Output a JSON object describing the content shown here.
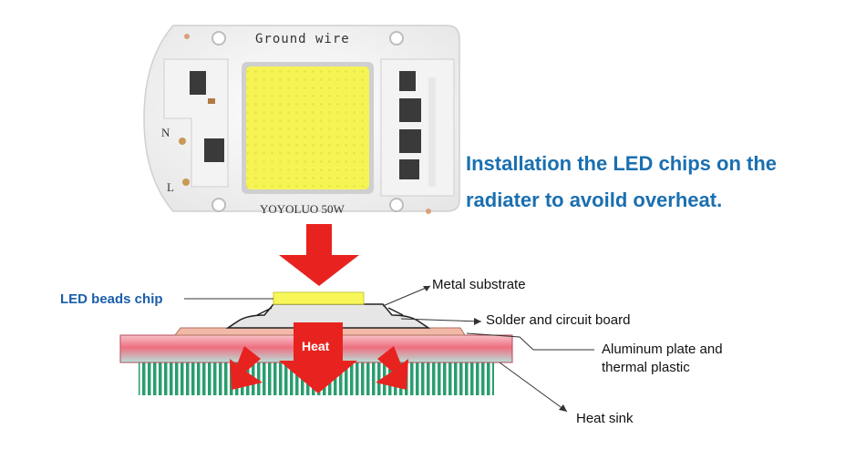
{
  "module": {
    "top_label": "Ground wire",
    "brand_label": "YOYOLUO 50W",
    "pin_n": "N",
    "pin_l": "L"
  },
  "headline": {
    "line1": "Installation the LED chips on the",
    "line2": "radiater to avoild overheat."
  },
  "diagram": {
    "led_beads_chip": "LED beads chip",
    "metal_substrate": "Metal substrate",
    "solder_circuit": "Solder and circuit board",
    "aluminum_line1": "Aluminum plate and",
    "aluminum_line2": "thermal plastic",
    "heat_sink": "Heat sink",
    "heat_arrow": "Heat"
  },
  "colors": {
    "headline": "#1a6fb0",
    "led_yellow": "#f7f75a",
    "arrow_red": "#e8231f",
    "heatsink_green": "#2a9d6f",
    "plate_pink": "#f07a88"
  }
}
